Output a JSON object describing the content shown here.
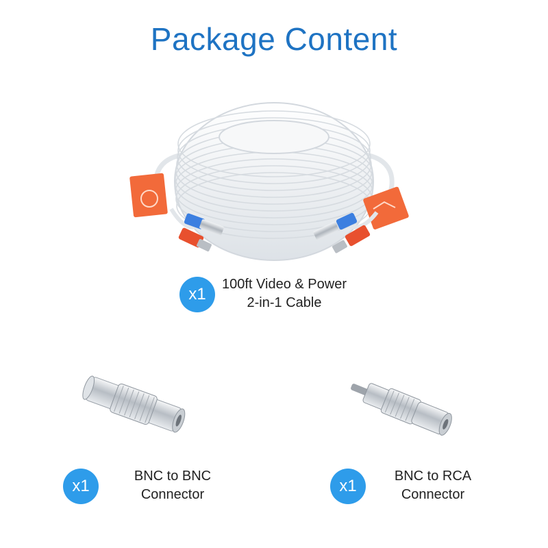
{
  "title": "Package Content",
  "colors": {
    "title": "#1e73c3",
    "badge": "#2e9cea",
    "cable": "#eef1f4",
    "label_orange": "#f26a3a",
    "plug_blue": "#3c7fe0",
    "plug_red": "#e8502e",
    "metal": "#c4c9cf"
  },
  "items": [
    {
      "icon": "coaxial-cable-image",
      "quantity": "x1",
      "label_line1": "100ft Video & Power",
      "label_line2": "2-in-1 Cable"
    },
    {
      "icon": "bnc-to-bnc-connector-image",
      "quantity": "x1",
      "label_line1": "BNC to BNC",
      "label_line2": "Connector"
    },
    {
      "icon": "bnc-to-rca-connector-image",
      "quantity": "x1",
      "label_line1": "BNC to RCA",
      "label_line2": "Connector"
    }
  ]
}
